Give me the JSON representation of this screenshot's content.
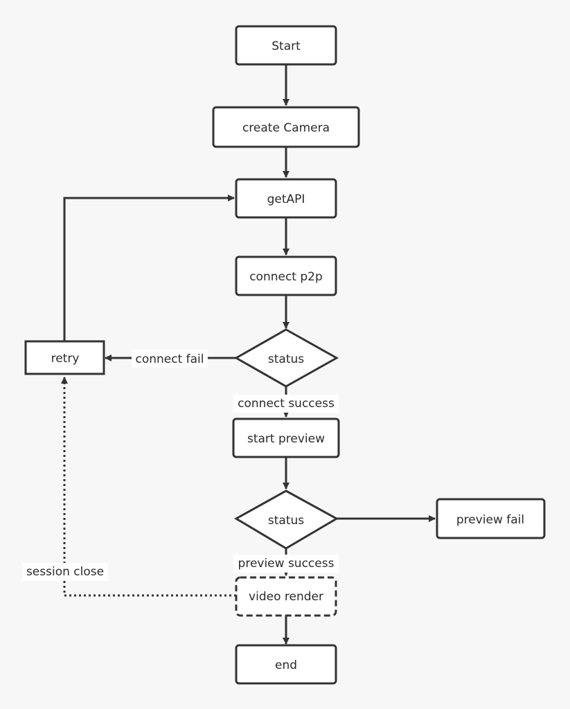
{
  "colors": {
    "background": "#f7f7f7",
    "stroke": "#333333",
    "node_fill": "#ffffff",
    "text": "#2b2b2b"
  },
  "nodes": {
    "start": "Start",
    "create_camera": "create Camera",
    "get_api": "getAPI",
    "connect_p2p": "connect p2p",
    "status_connect": "status",
    "retry": "retry",
    "start_preview": "start preview",
    "status_preview": "status",
    "preview_fail": "preview fail",
    "video_render": "video render",
    "end": "end"
  },
  "edges": {
    "connect_fail": "connect fail",
    "connect_success": "connect success",
    "preview_success": "preview success",
    "session_close": "session close"
  }
}
